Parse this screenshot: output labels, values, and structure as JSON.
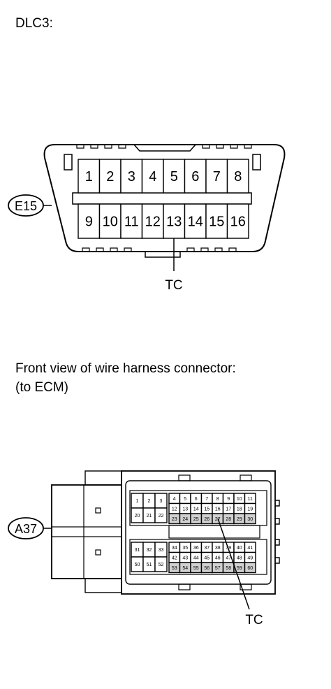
{
  "dlc3": {
    "title": "DLC3:",
    "connector_code": "E15",
    "top_pins": [
      "1",
      "2",
      "3",
      "4",
      "5",
      "6",
      "7",
      "8"
    ],
    "bottom_pins": [
      "9",
      "10",
      "11",
      "12",
      "13",
      "14",
      "15",
      "16"
    ],
    "callout_pin": "13",
    "callout_label": "TC"
  },
  "ecm": {
    "title_line1": "Front view of wire harness connector:",
    "title_line2": "(to ECM)",
    "connector_code": "A37",
    "small_top": [
      [
        "1",
        "2",
        "3"
      ],
      [
        "20",
        "21",
        "22"
      ]
    ],
    "large_top": [
      [
        "4",
        "5",
        "6",
        "7",
        "8",
        "9",
        "10",
        "11"
      ],
      [
        "12",
        "13",
        "14",
        "15",
        "16",
        "17",
        "18",
        "19"
      ],
      [
        "23",
        "24",
        "25",
        "26",
        "27",
        "28",
        "29",
        "30"
      ]
    ],
    "small_bottom": [
      [
        "31",
        "32",
        "33"
      ],
      [
        "50",
        "51",
        "52"
      ]
    ],
    "large_bottom": [
      [
        "34",
        "35",
        "36",
        "37",
        "38",
        "39",
        "40",
        "41"
      ],
      [
        "42",
        "43",
        "44",
        "45",
        "46",
        "47",
        "48",
        "49"
      ],
      [
        "53",
        "54",
        "55",
        "56",
        "57",
        "58",
        "59",
        "60"
      ]
    ],
    "callout_pin": "27",
    "callout_label": "TC"
  }
}
